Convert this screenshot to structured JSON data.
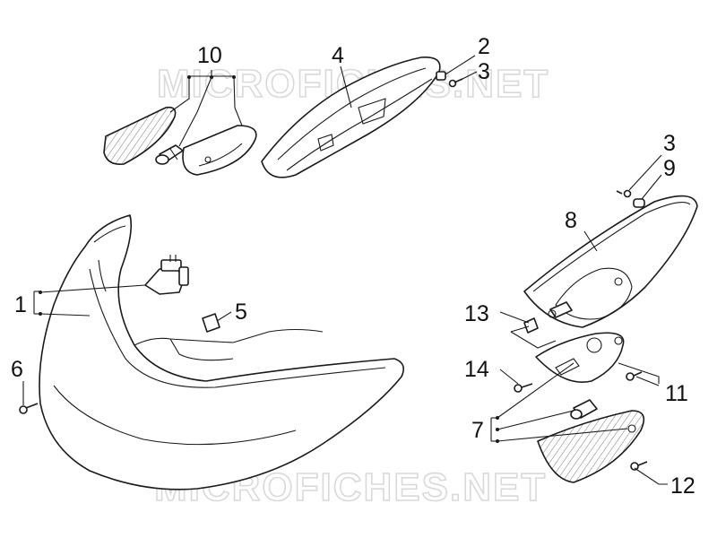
{
  "diagram": {
    "watermarks": [
      "MICROFICHES.NET",
      "MICROFICHES.NET"
    ],
    "callouts": {
      "c1": "1",
      "c2": "2",
      "c3a": "3",
      "c3b": "3",
      "c4": "4",
      "c5": "5",
      "c6": "6",
      "c7": "7",
      "c8": "8",
      "c9": "9",
      "c10": "10",
      "c11": "11",
      "c12": "12",
      "c13": "13",
      "c14": "14"
    }
  }
}
